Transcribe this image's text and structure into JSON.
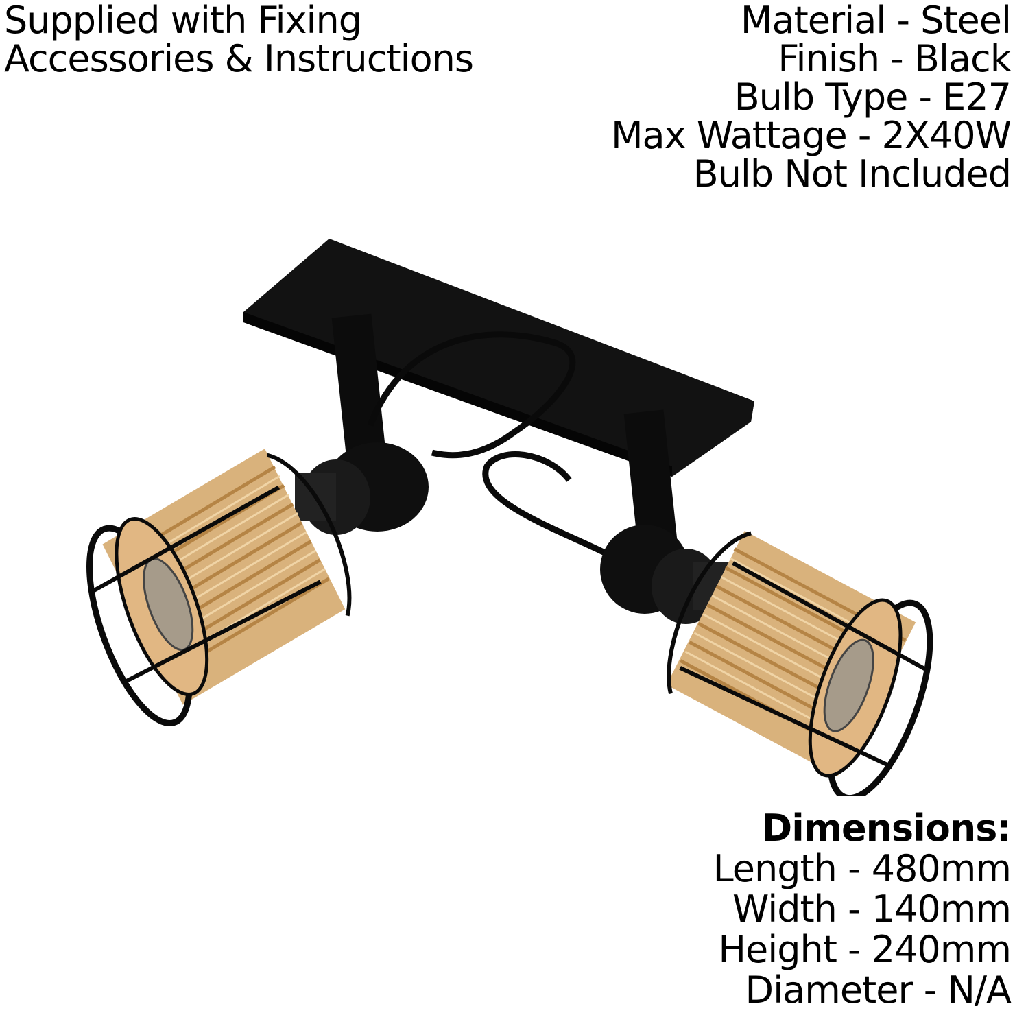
{
  "fixing_note": {
    "lines": [
      "Supplied with Fixing",
      "Accessories & Instructions"
    ]
  },
  "specs": {
    "lines": [
      "Material - Steel",
      "Finish - Black",
      "Bulb Type - E27",
      "Max Wattage - 2X40W",
      "Bulb Not Included"
    ]
  },
  "dimensions": {
    "title": "Dimensions:",
    "lines": [
      "Length - 480mm",
      "Width - 140mm",
      "Height - 240mm",
      "Diameter - N/A"
    ]
  },
  "colors": {
    "metal": "#111111",
    "rattan": "#d8b07a",
    "rattan_dark": "#b58445",
    "background": "#ffffff"
  }
}
